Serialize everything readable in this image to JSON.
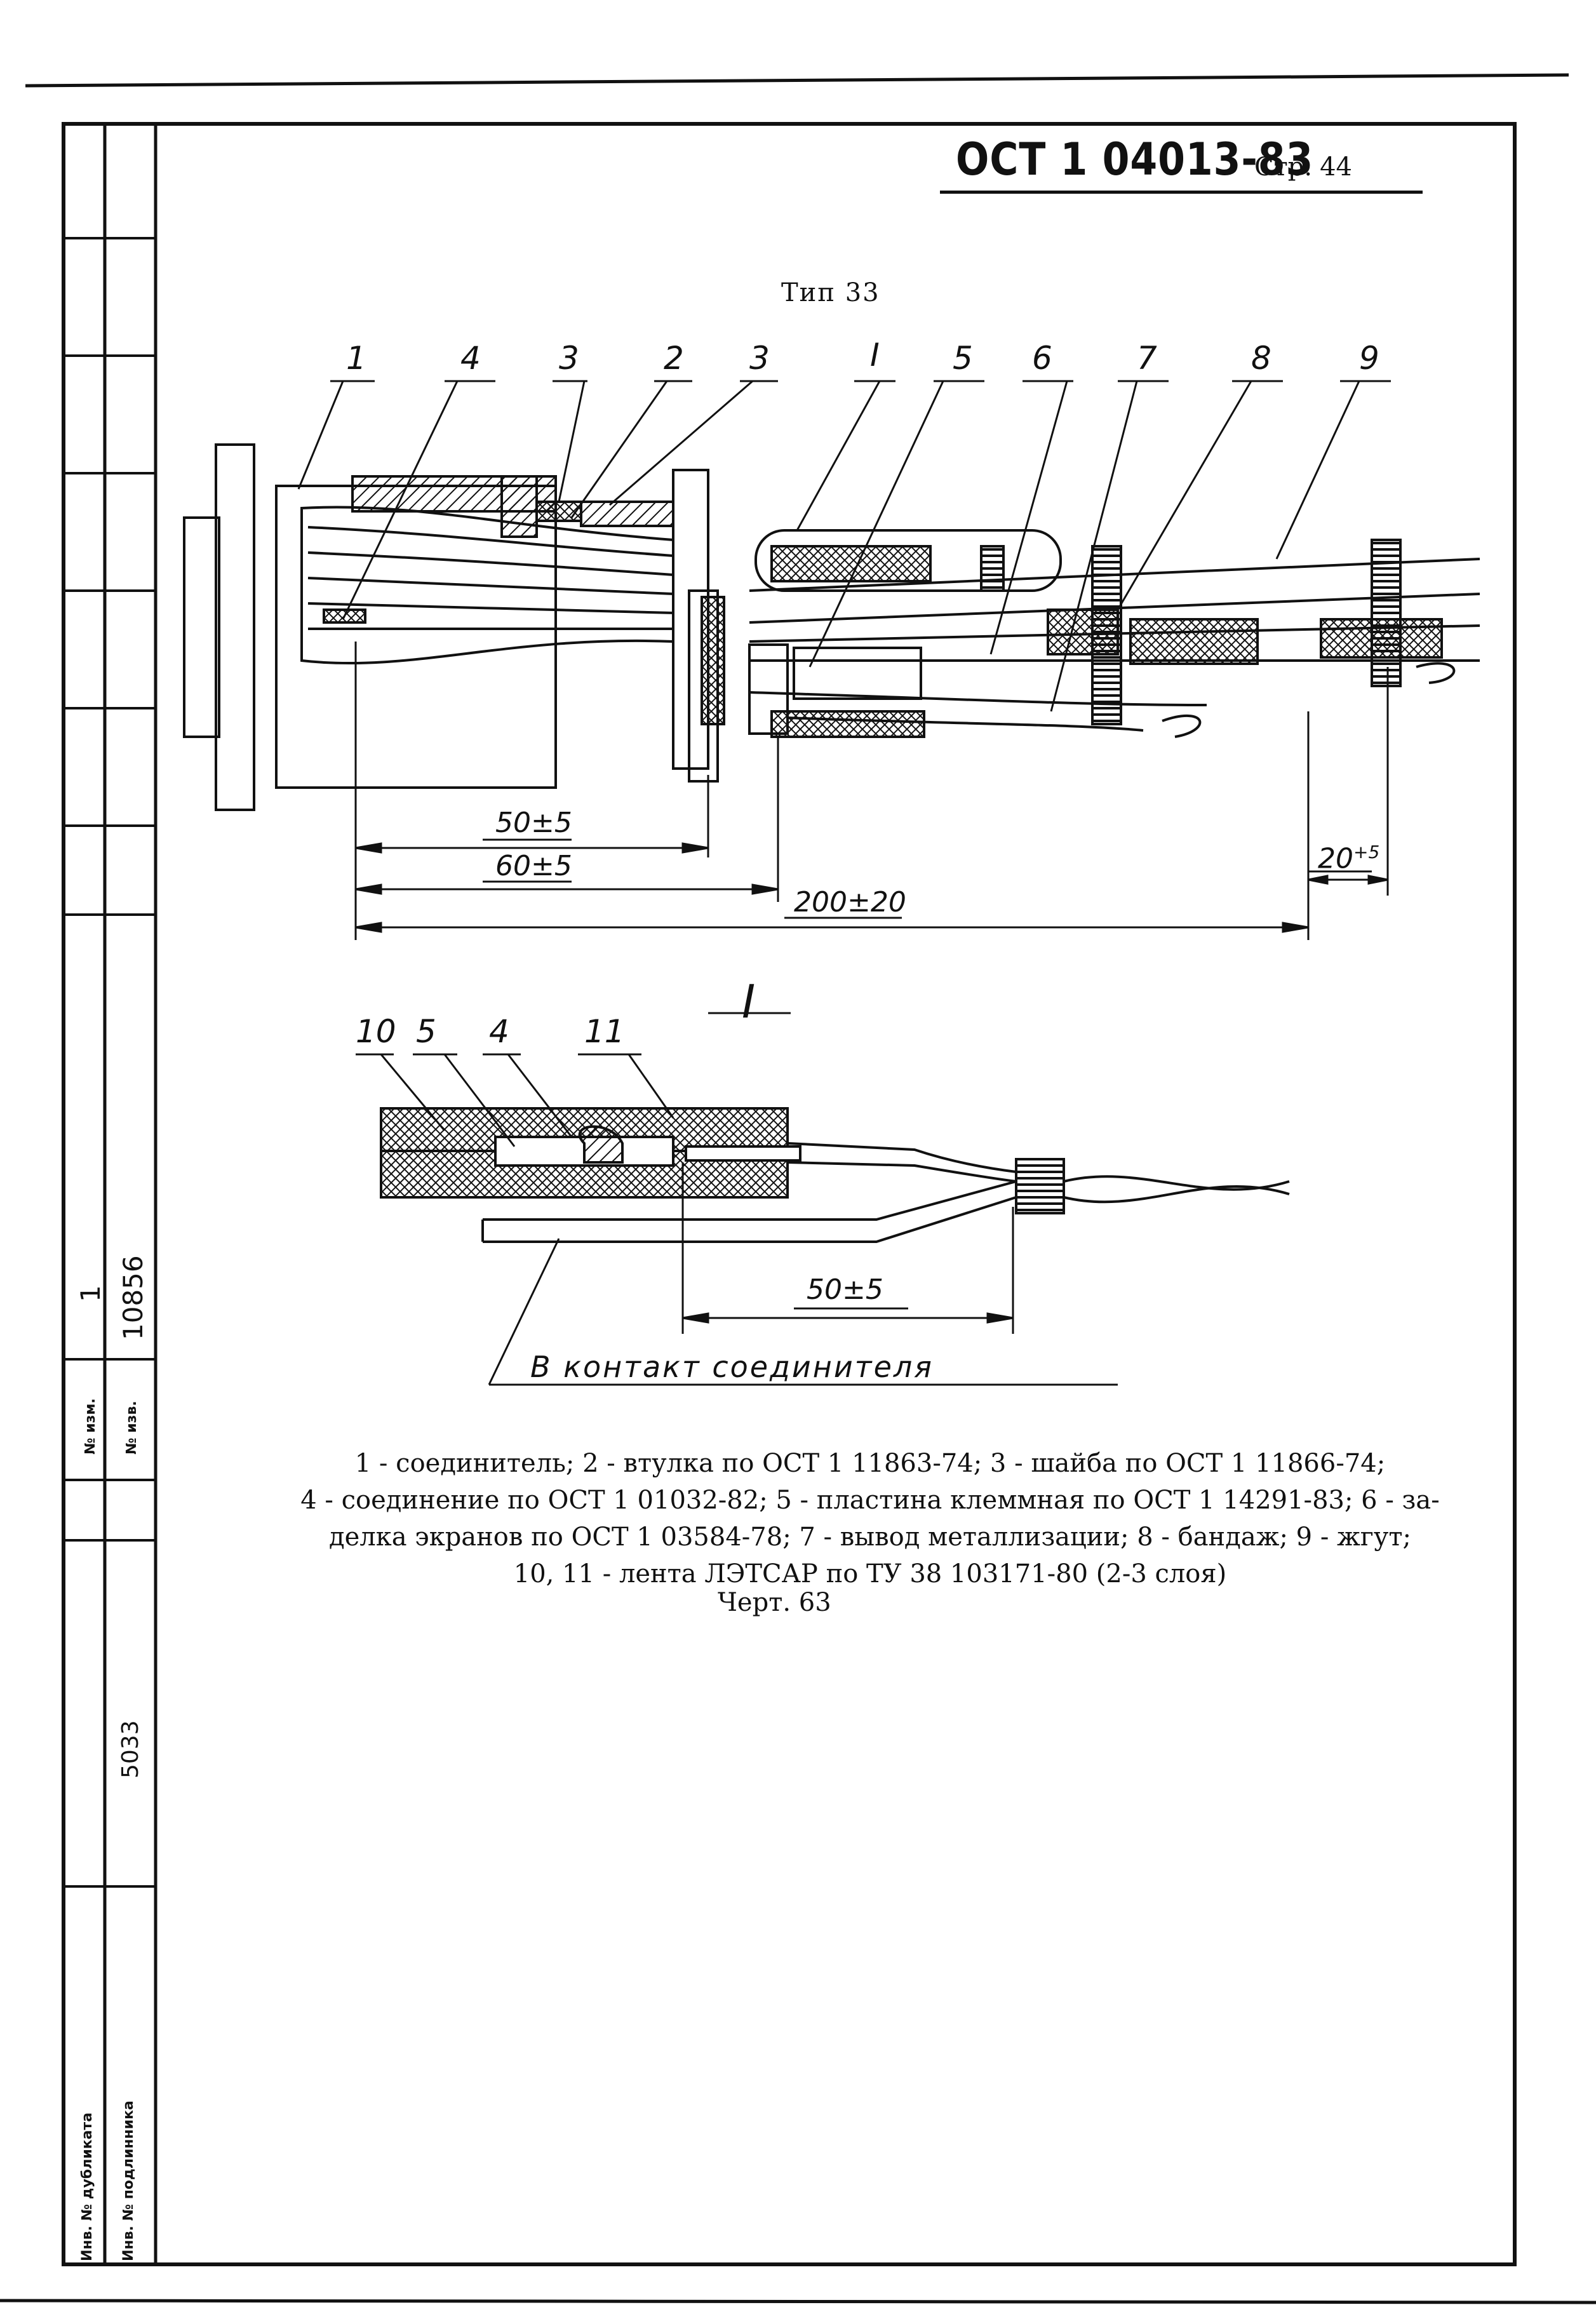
{
  "header": {
    "standard_code": "ОСТ 1 04013-83",
    "page_label": "Стр.",
    "page_number": "44"
  },
  "drawing": {
    "type_label": "Тип 33",
    "callouts_main": [
      "1",
      "4",
      "3",
      "2",
      "3",
      "I",
      "5",
      "6",
      "7",
      "8",
      "9"
    ],
    "dimensions": {
      "d1": "50±5",
      "d2": "60±5",
      "d3": "200±20",
      "d4_base": "20",
      "d4_sup": "+5"
    },
    "detail": {
      "mark": "I",
      "callouts": [
        "10",
        "5",
        "4",
        "11"
      ],
      "dimension": "50±5",
      "contact_note": "В контакт соединителя"
    }
  },
  "legend": [
    "1 - соединитель; 2 - втулка по ОСТ  1 11863-74; 3 - шайба по ОСТ 1 11866-74;",
    "4 - соединение по ОСТ 1 01032-82; 5 - пластина клеммная по ОСТ 1 14291-83; 6 - за-",
    "делка экранов по ОСТ 1 03584-78; 7 - вывод металлизации; 8 - бандаж; 9 - жгут;",
    "10, 11 - лента ЛЭТСАР по ТУ 38 103171-80 (2-3 слоя)"
  ],
  "caption": "Черт. 63",
  "side_stamp": {
    "change_no_label": "№ изм.",
    "change_no_value": "1",
    "notice_no_label": "№ изв.",
    "notice_no_value": "10856",
    "dup_inv_value": "5033",
    "dup_inv_label": "Инв. № дубликата",
    "orig_inv_label": "Инв. № подлинника"
  }
}
